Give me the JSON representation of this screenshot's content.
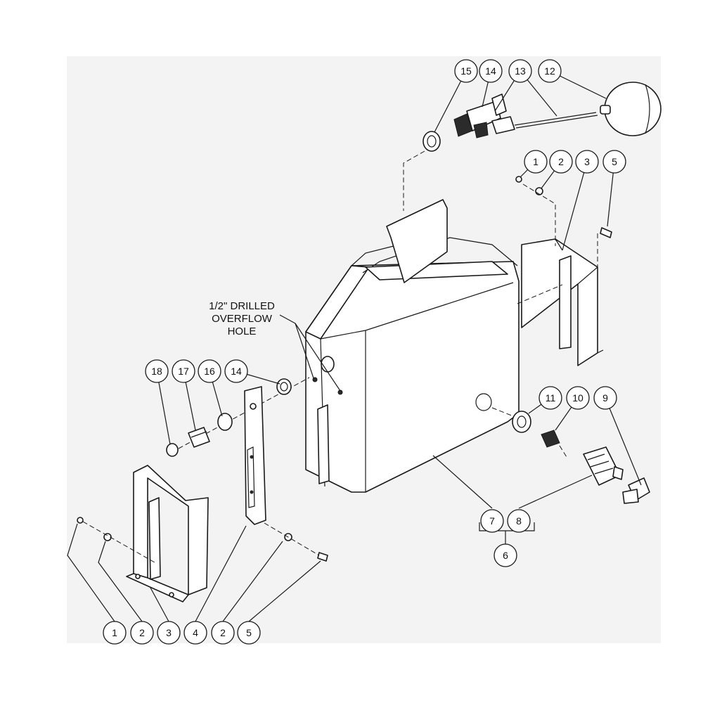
{
  "note": {
    "line1": "1/2\" DRILLED",
    "line2": "OVERFLOW",
    "line3": "HOLE"
  },
  "balloons": {
    "top_15": "15",
    "top_14": "14",
    "top_13": "13",
    "top_12": "12",
    "right_1": "1",
    "right_2": "2",
    "right_3": "3",
    "right_5": "5",
    "mid_18": "18",
    "mid_17": "17",
    "mid_16": "16",
    "mid_14": "14",
    "fit_11": "11",
    "fit_10": "10",
    "fit_9": "9",
    "grp_7": "7",
    "grp_8": "8",
    "grp_6": "6",
    "bot_1": "1",
    "bot_2a": "2",
    "bot_3": "3",
    "bot_4": "4",
    "bot_2b": "2",
    "bot_5": "5"
  }
}
